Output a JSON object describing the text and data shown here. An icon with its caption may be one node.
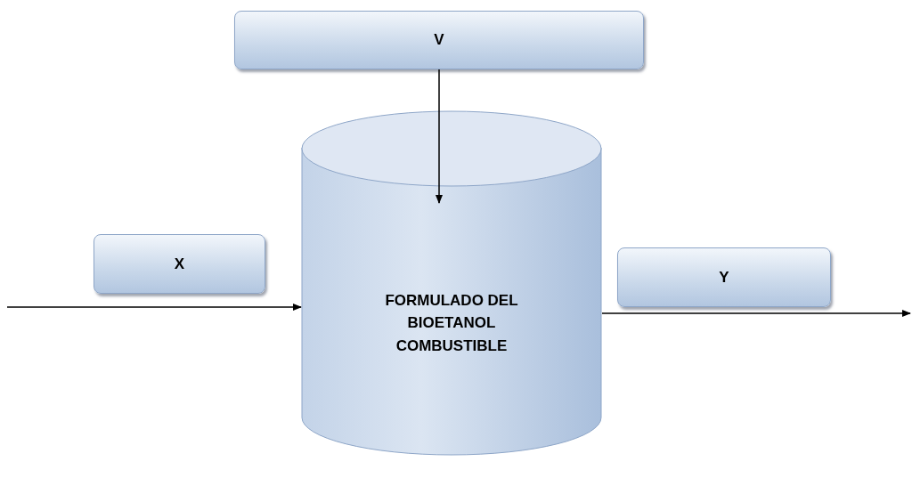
{
  "diagram": {
    "nodes": [
      {
        "text": [
          "V"
        ]
      },
      {
        "text": [
          "FORMULADO DEL BIOETANOL COMBUSTIBLE"
        ]
      },
      {
        "text": [
          "X"
        ]
      },
      {
        "text": [
          "Y"
        ]
      }
    ],
    "edges": [
      {
        "from": 0,
        "to": 1,
        "arrow": "to"
      },
      {
        "from": null,
        "to": 1,
        "arrow": "to"
      },
      {
        "from": 1,
        "to": null,
        "arrow": "to"
      }
    ]
  }
}
